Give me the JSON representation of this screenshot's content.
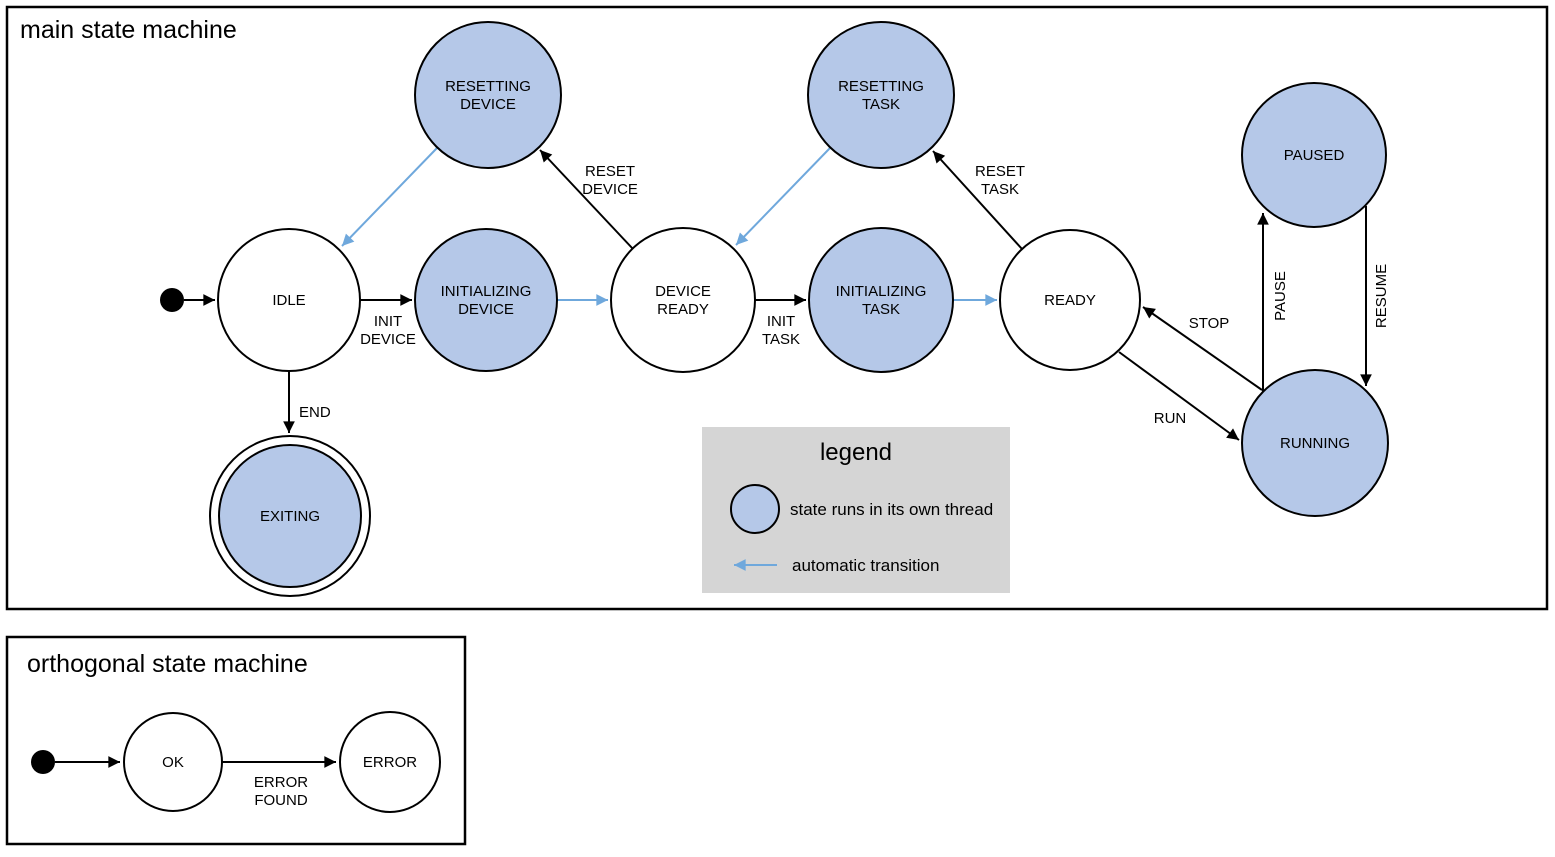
{
  "colors": {
    "thread_state_fill": "#b5c8e8",
    "plain_state_fill": "#ffffff",
    "automatic_transition_arrow": "#6fa8dc",
    "legend_background": "#d5d5d5",
    "stroke": "#000000"
  },
  "main_machine": {
    "title": "main state machine",
    "states": [
      {
        "id": "idle",
        "label": [
          "IDLE"
        ],
        "own_thread": false,
        "final_state": false
      },
      {
        "id": "resetting-device",
        "label": [
          "RESETTING",
          "DEVICE"
        ],
        "own_thread": true,
        "final_state": false
      },
      {
        "id": "initializing-device",
        "label": [
          "INITIALIZING",
          "DEVICE"
        ],
        "own_thread": true,
        "final_state": false
      },
      {
        "id": "device-ready",
        "label": [
          "DEVICE",
          "READY"
        ],
        "own_thread": false,
        "final_state": false
      },
      {
        "id": "resetting-task",
        "label": [
          "RESETTING",
          "TASK"
        ],
        "own_thread": true,
        "final_state": false
      },
      {
        "id": "initializing-task",
        "label": [
          "INITIALIZING",
          "TASK"
        ],
        "own_thread": true,
        "final_state": false
      },
      {
        "id": "ready",
        "label": [
          "READY"
        ],
        "own_thread": false,
        "final_state": false
      },
      {
        "id": "paused",
        "label": [
          "PAUSED"
        ],
        "own_thread": true,
        "final_state": false
      },
      {
        "id": "running",
        "label": [
          "RUNNING"
        ],
        "own_thread": true,
        "final_state": false
      },
      {
        "id": "exiting",
        "label": [
          "EXITING"
        ],
        "own_thread": true,
        "final_state": true
      }
    ],
    "transitions": [
      {
        "from": "initial",
        "to": "idle",
        "label": [],
        "automatic": false
      },
      {
        "from": "idle",
        "to": "initializing-device",
        "label": [
          "INIT",
          "DEVICE"
        ],
        "automatic": false
      },
      {
        "from": "initializing-device",
        "to": "device-ready",
        "label": [],
        "automatic": true
      },
      {
        "from": "device-ready",
        "to": "resetting-device",
        "label": [
          "RESET",
          "DEVICE"
        ],
        "automatic": false
      },
      {
        "from": "resetting-device",
        "to": "idle",
        "label": [],
        "automatic": true
      },
      {
        "from": "device-ready",
        "to": "initializing-task",
        "label": [
          "INIT",
          "TASK"
        ],
        "automatic": false
      },
      {
        "from": "initializing-task",
        "to": "ready",
        "label": [],
        "automatic": true
      },
      {
        "from": "ready",
        "to": "resetting-task",
        "label": [
          "RESET",
          "TASK"
        ],
        "automatic": false
      },
      {
        "from": "resetting-task",
        "to": "device-ready",
        "label": [],
        "automatic": true
      },
      {
        "from": "ready",
        "to": "running",
        "label": [
          "RUN"
        ],
        "automatic": false
      },
      {
        "from": "running",
        "to": "ready",
        "label": [
          "STOP"
        ],
        "automatic": false
      },
      {
        "from": "running",
        "to": "paused",
        "label": [
          "PAUSE"
        ],
        "automatic": false
      },
      {
        "from": "paused",
        "to": "running",
        "label": [
          "RESUME"
        ],
        "automatic": false
      },
      {
        "from": "idle",
        "to": "exiting",
        "label": [
          "END"
        ],
        "automatic": false
      }
    ]
  },
  "orthogonal_machine": {
    "title": "orthogonal state machine",
    "states": [
      {
        "id": "ok",
        "label": [
          "OK"
        ],
        "own_thread": false,
        "final_state": false
      },
      {
        "id": "error",
        "label": [
          "ERROR"
        ],
        "own_thread": false,
        "final_state": false
      }
    ],
    "transitions": [
      {
        "from": "initial",
        "to": "ok",
        "label": [],
        "automatic": false
      },
      {
        "from": "ok",
        "to": "error",
        "label": [
          "ERROR",
          "FOUND"
        ],
        "automatic": false
      }
    ]
  },
  "legend": {
    "title": "legend",
    "items": [
      {
        "symbol": "thread-state-circle",
        "label": "state runs in its own thread"
      },
      {
        "symbol": "automatic-transition-arrow",
        "label": "automatic transition"
      }
    ]
  }
}
